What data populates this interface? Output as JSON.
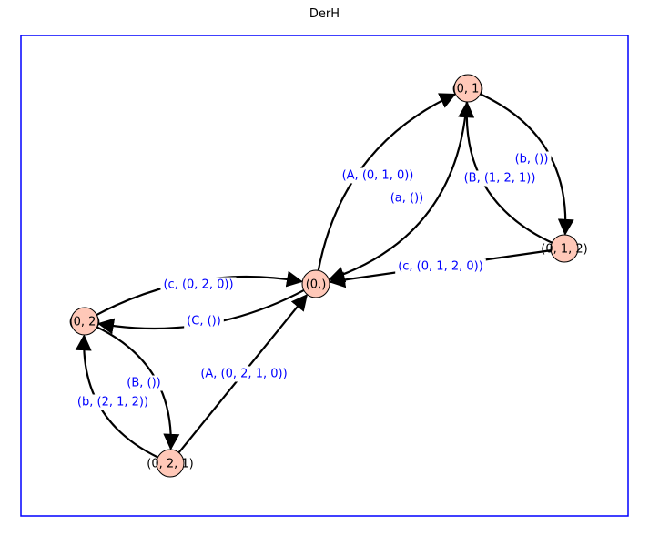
{
  "title": "DerH",
  "colors": {
    "frame": "#0000ff",
    "node_fill": "#ffc8b8",
    "node_stroke": "#000000",
    "edge": "#000000",
    "edge_label": "#0000ff"
  },
  "nodes": [
    {
      "id": "n01",
      "label": "(0, 1)"
    },
    {
      "id": "n0",
      "label": "(0,)"
    },
    {
      "id": "n012",
      "label": "(0, 1, 2)"
    },
    {
      "id": "n02",
      "label": "(0, 2)"
    },
    {
      "id": "n021",
      "label": "(0, 2, 1)"
    }
  ],
  "edges": [
    {
      "from": "n01",
      "to": "n0",
      "label": "(A, (0, 1, 0))"
    },
    {
      "from": "n0",
      "to": "n01",
      "label": "(a, ())"
    },
    {
      "from": "n01",
      "to": "n012",
      "label": "(b, ())"
    },
    {
      "from": "n012",
      "to": "n01",
      "label": "(B, (1, 2, 1))"
    },
    {
      "from": "n012",
      "to": "n0",
      "label": "(c, (0, 1, 2, 0))"
    },
    {
      "from": "n02",
      "to": "n0",
      "label": "(c, (0, 2, 0))"
    },
    {
      "from": "n0",
      "to": "n02",
      "label": "(C, ())"
    },
    {
      "from": "n021",
      "to": "n0",
      "label": "(A, (0, 2, 1, 0))"
    },
    {
      "from": "n02",
      "to": "n021",
      "label": "(B, ())"
    },
    {
      "from": "n021",
      "to": "n02",
      "label": "(b, (2, 1, 2))"
    }
  ]
}
